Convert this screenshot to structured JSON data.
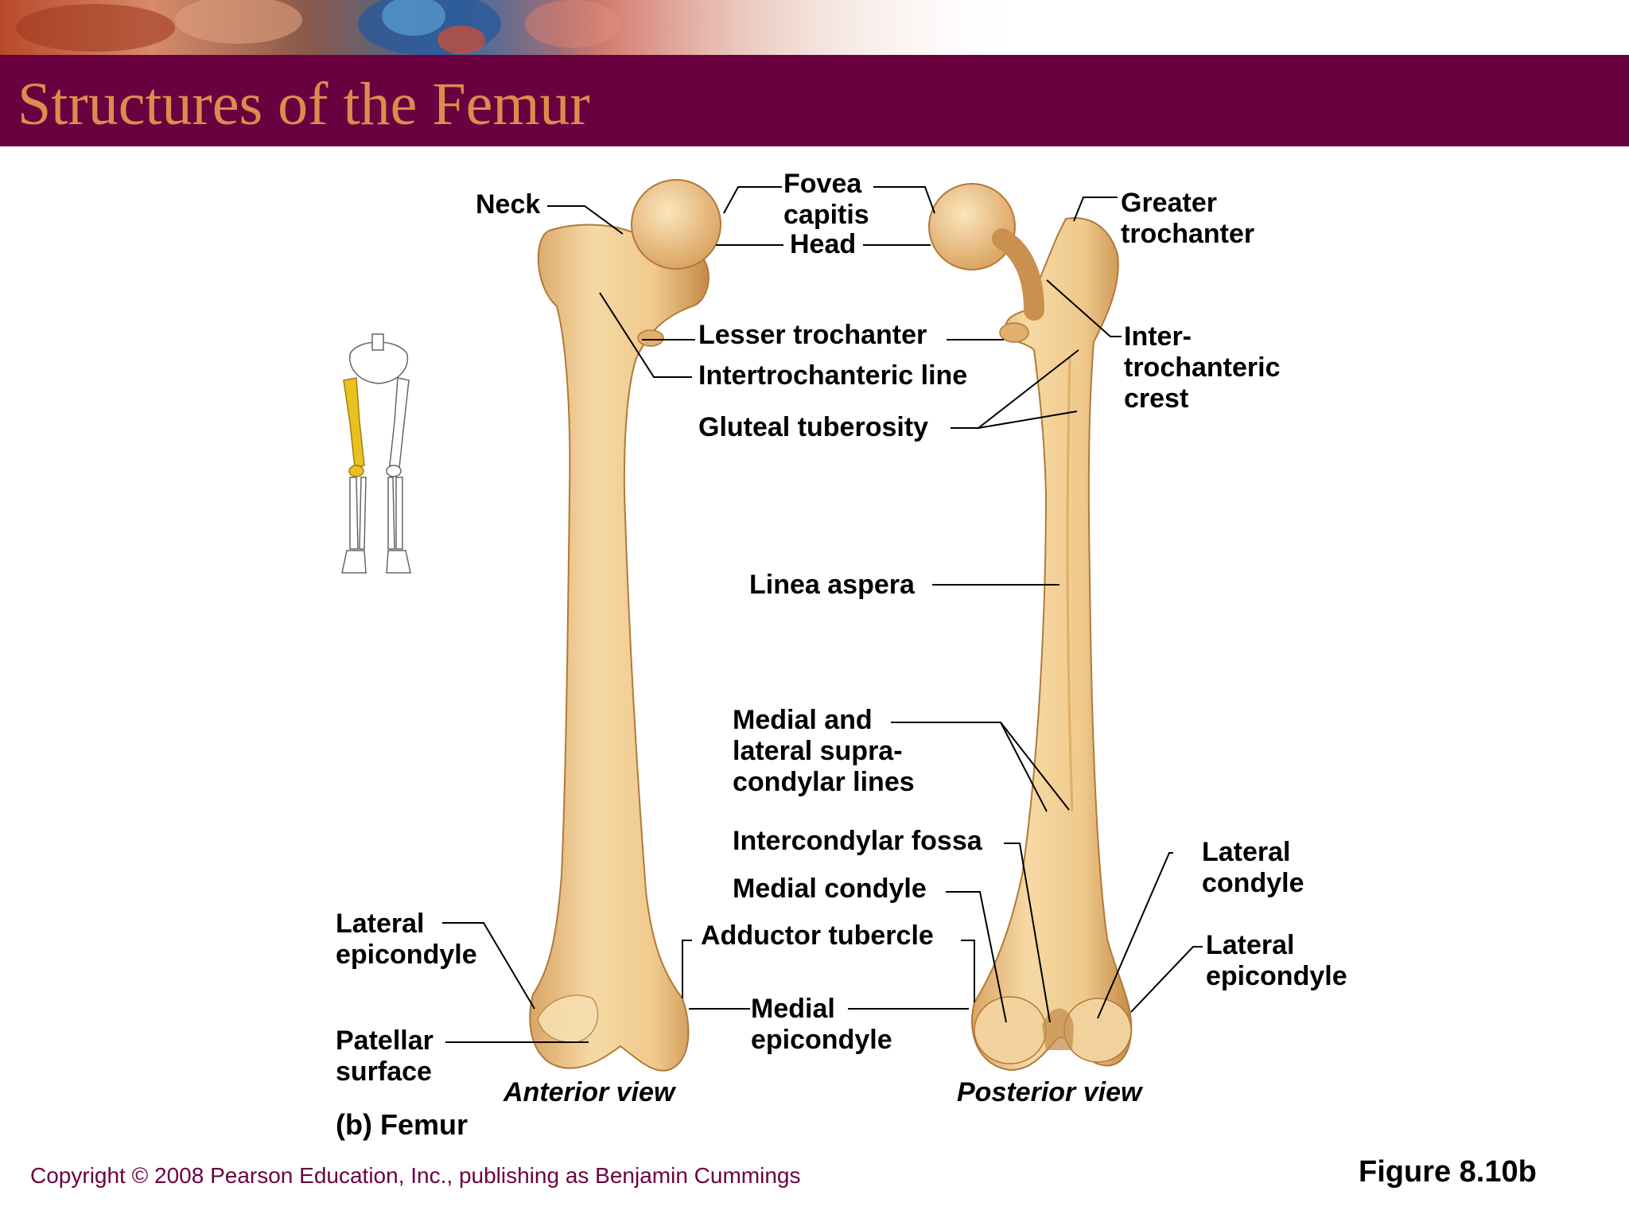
{
  "slide": {
    "title": "Structures of the Femur",
    "copyright": "Copyright © 2008 Pearson Education, Inc., publishing as Benjamin Cummings",
    "figure_number": "Figure 8.10b"
  },
  "diagram": {
    "caption": "(b) Femur",
    "views": {
      "anterior": "Anterior view",
      "posterior": "Posterior view"
    },
    "labels": {
      "neck": "Neck",
      "fovea_capitis": "Fovea\ncapitis",
      "head": "Head",
      "greater_trochanter": "Greater\ntrochanter",
      "lesser_trochanter": "Lesser trochanter",
      "intertrochanteric_line": "Intertrochanteric line",
      "intertrochanteric_crest": "Inter-\ntrochanteric\ncrest",
      "gluteal_tuberosity": "Gluteal tuberosity",
      "linea_aspera": "Linea aspera",
      "supracondylar_lines": "Medial and\nlateral supra-\ncondylar lines",
      "intercondylar_fossa": "Intercondylar fossa",
      "medial_condyle": "Medial condyle",
      "lateral_condyle": "Lateral\ncondyle",
      "lateral_epicondyle_anterior": "Lateral\nepicondyle",
      "lateral_epicondyle_posterior": "Lateral\nepicondyle",
      "adductor_tubercle": "Adductor tubercle",
      "medial_epicondyle": "Medial\nepicondyle",
      "patellar_surface": "Patellar\nsurface"
    },
    "colors": {
      "bone": "#f0c98a",
      "bone_shadow": "#c9924a",
      "highlight_bone": "#e8c21e",
      "title_bar": "#6b0040",
      "title_text": "#e08a4e"
    }
  }
}
